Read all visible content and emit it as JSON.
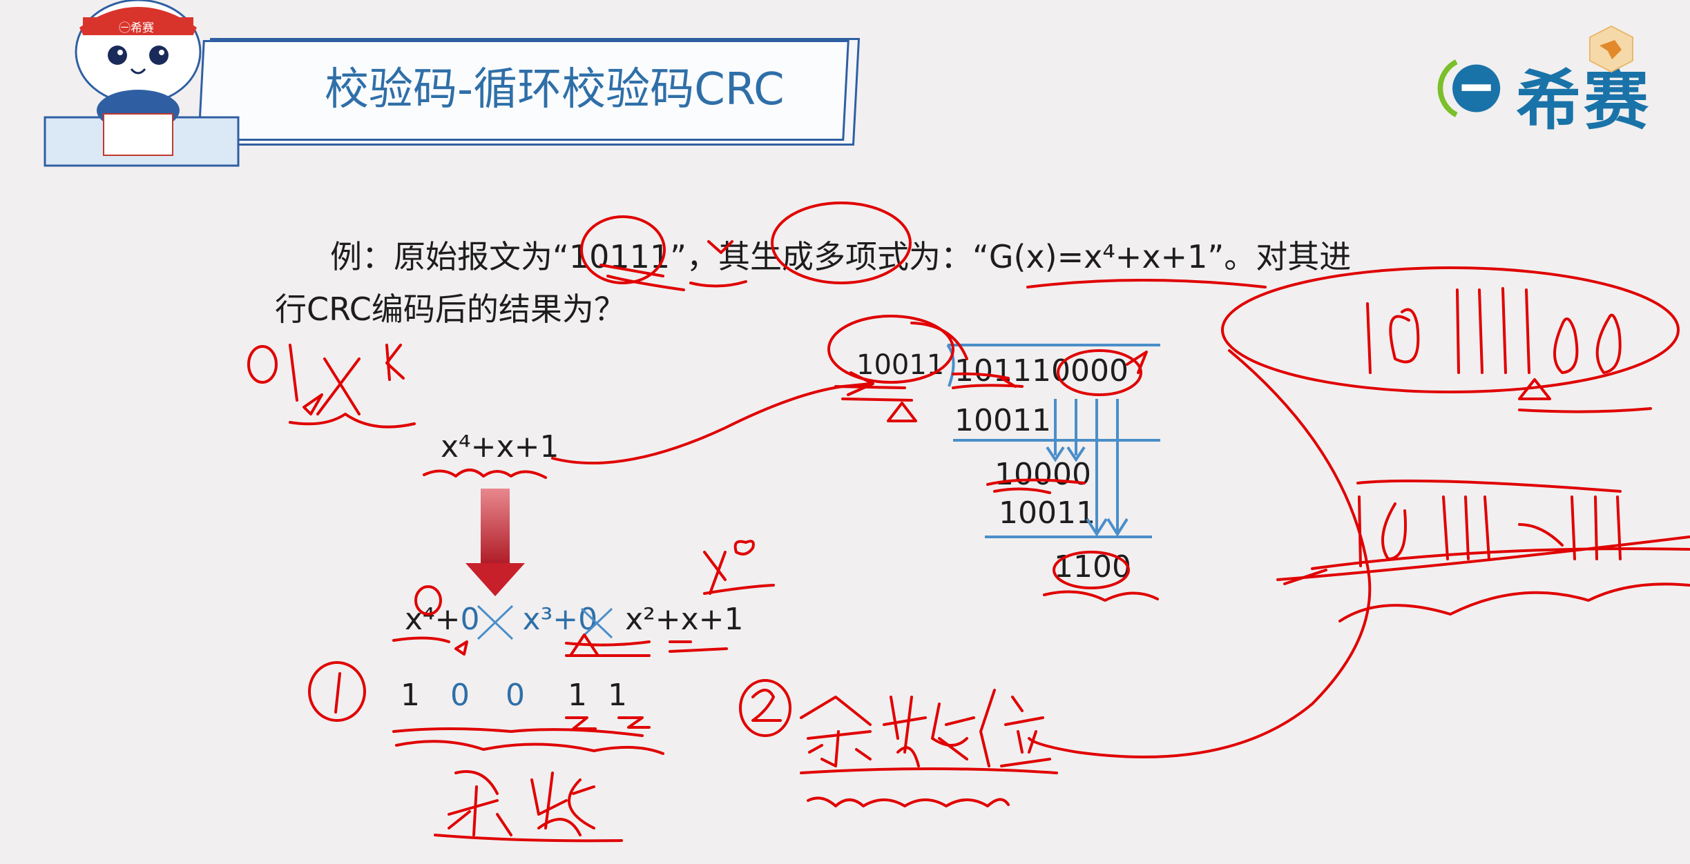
{
  "header": {
    "title": "校验码-循环校验码CRC"
  },
  "logo": {
    "text": "希赛",
    "badge_text": "㊀希赛"
  },
  "question": {
    "line1": "例：原始报文为“10111”，其生成多项式为：“G(x)=x⁴+x+1”。对其进",
    "line2": "行CRC编码后的结果为？"
  },
  "polynomial": {
    "source": "x⁴+x+1",
    "expanded_parts": [
      "x⁴+",
      "0",
      "x³+",
      "0",
      "x²+x+1"
    ],
    "bits": [
      "1",
      "0",
      "0",
      "1",
      "1"
    ]
  },
  "division": {
    "divisor": "10011",
    "dividend": "101110000",
    "step1": "10011",
    "partial": "10000",
    "step2": "10011",
    "remainder": "1100"
  },
  "colors": {
    "accent": "#2f6fa8",
    "annotation": "#e00000",
    "arrow": "#c8202a"
  }
}
